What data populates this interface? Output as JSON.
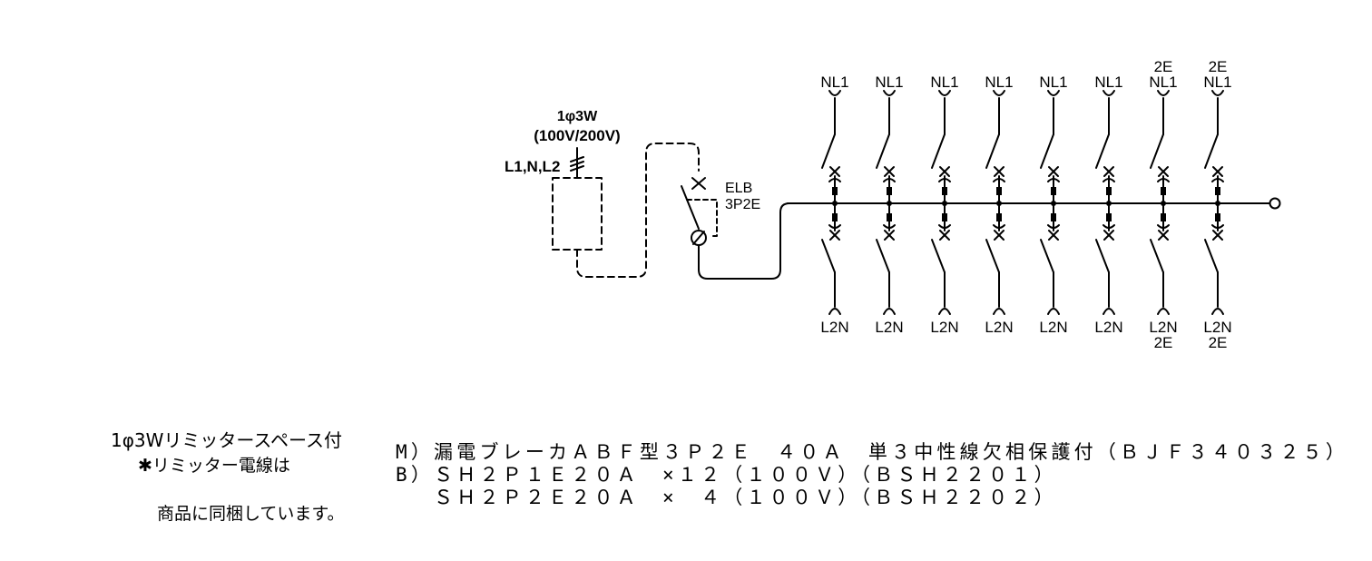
{
  "supply": {
    "system": "1φ3W",
    "voltage": "(100V/200V)",
    "wires": "L1,N,L2"
  },
  "main_breaker": {
    "label": "ELB",
    "type": "3P2E"
  },
  "circuits": [
    {
      "top": [
        "NL1"
      ],
      "bottom": [
        "L2N"
      ]
    },
    {
      "top": [
        "NL1"
      ],
      "bottom": [
        "L2N"
      ]
    },
    {
      "top": [
        "NL1"
      ],
      "bottom": [
        "L2N"
      ]
    },
    {
      "top": [
        "NL1"
      ],
      "bottom": [
        "L2N"
      ]
    },
    {
      "top": [
        "NL1"
      ],
      "bottom": [
        "L2N"
      ]
    },
    {
      "top": [
        "NL1"
      ],
      "bottom": [
        "L2N"
      ]
    },
    {
      "top": [
        "2E",
        "NL1"
      ],
      "bottom": [
        "L2N",
        "2E"
      ]
    },
    {
      "top": [
        "2E",
        "NL1"
      ],
      "bottom": [
        "L2N",
        "2E"
      ]
    }
  ],
  "notes": {
    "line1": "1φ3Wリミッタースペース付",
    "line2": "✱リミッター電線は",
    "line3": "商品に同梱しています。"
  },
  "spec": {
    "line1": "M）漏電ブレーカＡＢＦ型３Ｐ２Ｅ　４０Ａ　単３中性線欠相保護付（ＢＪＦ３４０３２５）",
    "line2": "B）ＳＨ２Ｐ１Ｅ２０Ａ　×１２（１００Ｖ）（ＢＳＨ２２０１）",
    "line3": "　 ＳＨ２Ｐ２Ｅ２０Ａ　×　４（１００Ｖ）（ＢＳＨ２２０２）"
  }
}
